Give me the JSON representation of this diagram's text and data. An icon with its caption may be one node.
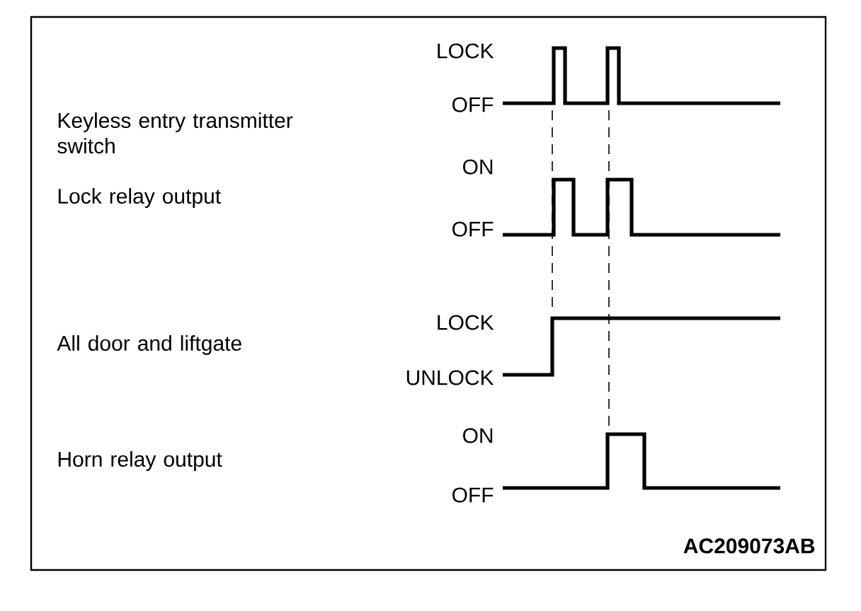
{
  "diagram": {
    "labels": [
      "Keyless entry transmitter switch",
      "LOCK",
      "OFF",
      "Lock relay output",
      "ON",
      "OFF",
      "All door and liftgate",
      "LOCK",
      "UNLOCK",
      "Horn relay output",
      "ON",
      "OFF",
      "AC209073AB"
    ]
  }
}
